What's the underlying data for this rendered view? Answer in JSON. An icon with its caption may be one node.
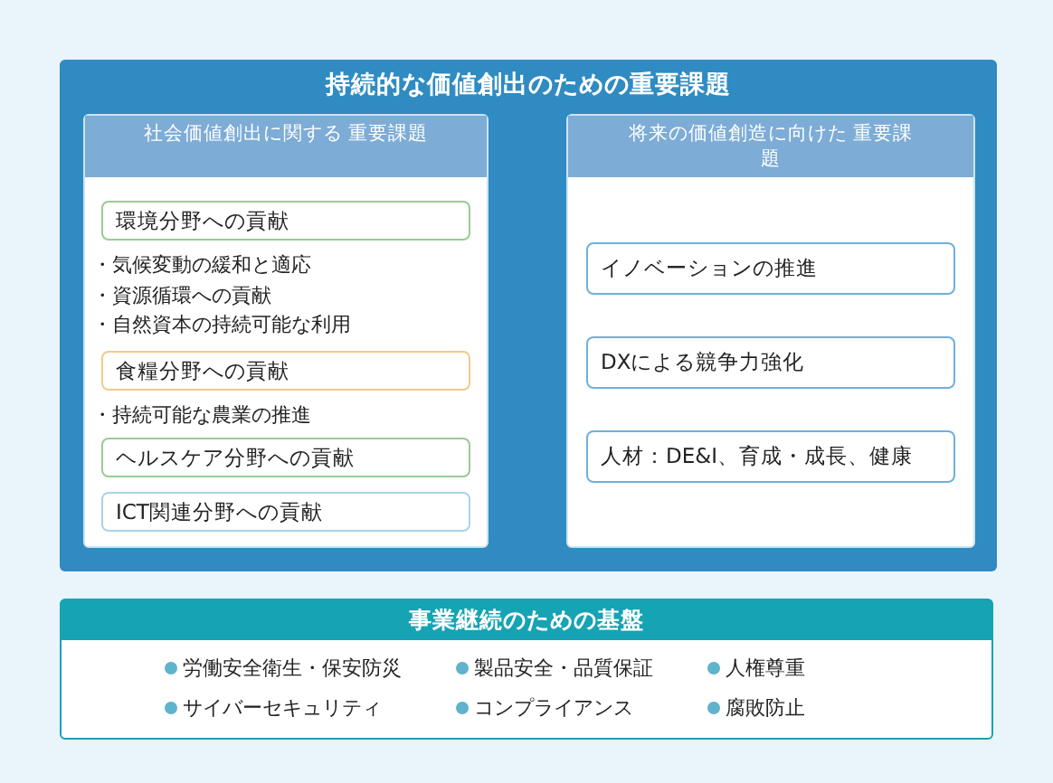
{
  "diagram": {
    "nodes": [
      {
        "text": [
          "持続的な価値創出のための重要課題"
        ]
      },
      {
        "text": [
          "社会価値創出に関する 重要課題"
        ],
        "in": 0
      },
      {
        "text": [
          "環境分野への貢献"
        ],
        "in": 1,
        "beside": [
          "・気候変動の緩和と適応",
          "・資源循環への貢献",
          "・自然資本の持続可能な利用"
        ]
      },
      {
        "text": [
          "食糧分野への貢献"
        ],
        "in": 1,
        "beside": [
          "・持続可能な農業の推進"
        ]
      },
      {
        "text": [
          "ヘルスケア分野への貢献"
        ],
        "in": 1
      },
      {
        "text": [
          "ICT関連分野への貢献"
        ],
        "in": 1
      },
      {
        "text": [
          "将来の価値創造に向けた 重要課題"
        ],
        "in": 0
      },
      {
        "text": [
          "イノベーションの推進"
        ],
        "in": 6
      },
      {
        "text": [
          "DXによる競争力強化"
        ],
        "in": 6
      },
      {
        "text": [
          "人材：DE&I、育成・成長、健康"
        ],
        "in": 6
      },
      {
        "text": [
          "事業継続のための基盤",
          "労働安全衛生・保安防災",
          "製品安全・品質保証",
          "人権尊重",
          "サイバーセキュリティ",
          "コンプライアンス",
          "腐敗防止"
        ]
      }
    ]
  }
}
